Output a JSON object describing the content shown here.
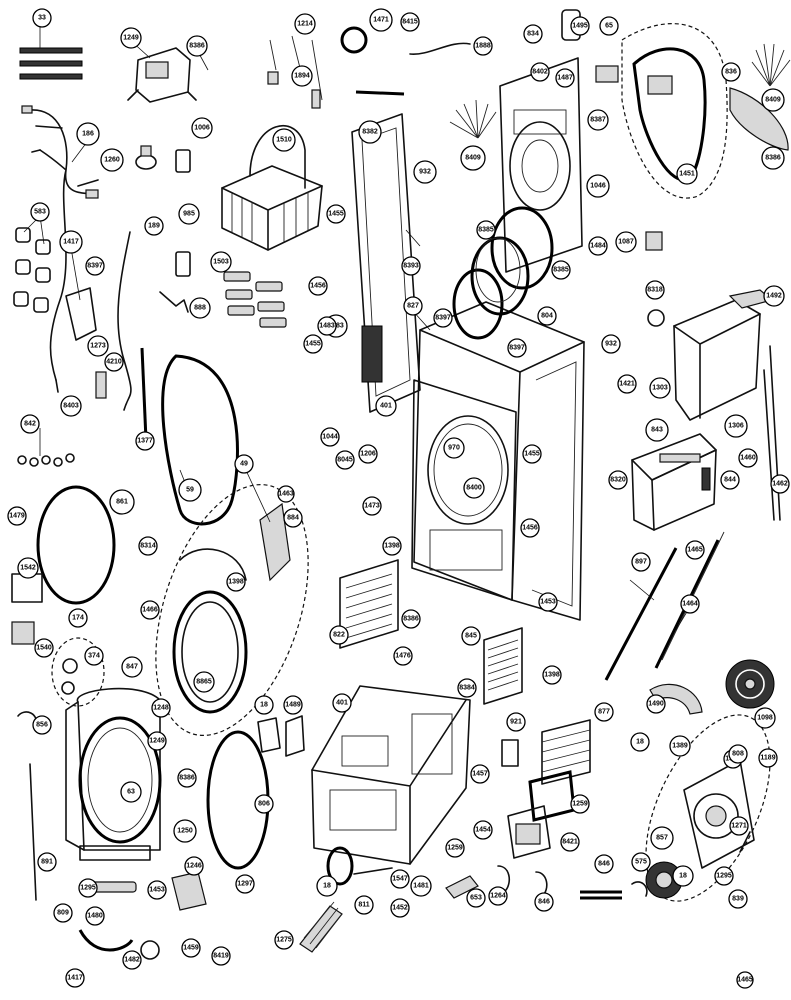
{
  "diagram": {
    "callouts": [
      {
        "label": "33"
      },
      {
        "label": "1249"
      },
      {
        "label": "8386"
      },
      {
        "label": "1214"
      },
      {
        "label": "1894"
      },
      {
        "label": "1471"
      },
      {
        "label": "8415"
      },
      {
        "label": "1888"
      },
      {
        "label": "834"
      },
      {
        "label": "8402"
      },
      {
        "label": "1495"
      },
      {
        "label": "65"
      },
      {
        "label": "1487"
      },
      {
        "label": "8409"
      },
      {
        "label": "186"
      },
      {
        "label": "1006"
      },
      {
        "label": "1260"
      },
      {
        "label": "1510"
      },
      {
        "label": "8382"
      },
      {
        "label": "932"
      },
      {
        "label": "8409"
      },
      {
        "label": "8387"
      },
      {
        "label": "1046"
      },
      {
        "label": "836"
      },
      {
        "label": "1451"
      },
      {
        "label": "8386"
      },
      {
        "label": "583"
      },
      {
        "label": "1417"
      },
      {
        "label": "8397"
      },
      {
        "label": "189"
      },
      {
        "label": "985"
      },
      {
        "label": "1503"
      },
      {
        "label": "1455"
      },
      {
        "label": "1456"
      },
      {
        "label": "1483"
      },
      {
        "label": "8385"
      },
      {
        "label": "1484"
      },
      {
        "label": "1087"
      },
      {
        "label": "8393"
      },
      {
        "label": "8385"
      },
      {
        "label": "8397"
      },
      {
        "label": "804"
      },
      {
        "label": "8318"
      },
      {
        "label": "1492"
      },
      {
        "label": "888"
      },
      {
        "label": "1273"
      },
      {
        "label": "4210"
      },
      {
        "label": "1455"
      },
      {
        "label": "1483"
      },
      {
        "label": "827"
      },
      {
        "label": "8397"
      },
      {
        "label": "932"
      },
      {
        "label": "1421"
      },
      {
        "label": "1303"
      },
      {
        "label": "8403"
      },
      {
        "label": "842"
      },
      {
        "label": "1377"
      },
      {
        "label": "1044"
      },
      {
        "label": "8045"
      },
      {
        "label": "1206"
      },
      {
        "label": "401"
      },
      {
        "label": "970"
      },
      {
        "label": "1455"
      },
      {
        "label": "843"
      },
      {
        "label": "1306"
      },
      {
        "label": "1460"
      },
      {
        "label": "49"
      },
      {
        "label": "59"
      },
      {
        "label": "8400"
      },
      {
        "label": "8320"
      },
      {
        "label": "844"
      },
      {
        "label": "1462"
      },
      {
        "label": "1479"
      },
      {
        "label": "861"
      },
      {
        "label": "1463"
      },
      {
        "label": "884"
      },
      {
        "label": "1473"
      },
      {
        "label": "1456"
      },
      {
        "label": "8314"
      },
      {
        "label": "1398"
      },
      {
        "label": "1398"
      },
      {
        "label": "897"
      },
      {
        "label": "1465"
      },
      {
        "label": "1542"
      },
      {
        "label": "8386"
      },
      {
        "label": "1464"
      },
      {
        "label": "1466"
      },
      {
        "label": "1453"
      },
      {
        "label": "174"
      },
      {
        "label": "822"
      },
      {
        "label": "1476"
      },
      {
        "label": "845"
      },
      {
        "label": "374"
      },
      {
        "label": "1540"
      },
      {
        "label": "847"
      },
      {
        "label": "1248"
      },
      {
        "label": "8865"
      },
      {
        "label": "1398"
      },
      {
        "label": "8384"
      },
      {
        "label": "401"
      },
      {
        "label": "18"
      },
      {
        "label": "1489"
      },
      {
        "label": "1490"
      },
      {
        "label": "1098"
      },
      {
        "label": "877"
      },
      {
        "label": "921"
      },
      {
        "label": "856"
      },
      {
        "label": "1249"
      },
      {
        "label": "1389"
      },
      {
        "label": "63"
      },
      {
        "label": "8386"
      },
      {
        "label": "1457"
      },
      {
        "label": "18"
      },
      {
        "label": "1391"
      },
      {
        "label": "1189"
      },
      {
        "label": "808"
      },
      {
        "label": "806"
      },
      {
        "label": "1250"
      },
      {
        "label": "1259"
      },
      {
        "label": "1454"
      },
      {
        "label": "8421"
      },
      {
        "label": "1271"
      },
      {
        "label": "857"
      },
      {
        "label": "891"
      },
      {
        "label": "1246"
      },
      {
        "label": "1259"
      },
      {
        "label": "1547"
      },
      {
        "label": "18"
      },
      {
        "label": "1481"
      },
      {
        "label": "653"
      },
      {
        "label": "1264"
      },
      {
        "label": "846"
      },
      {
        "label": "846"
      },
      {
        "label": "575"
      },
      {
        "label": "1295"
      },
      {
        "label": "1453"
      },
      {
        "label": "1297"
      },
      {
        "label": "811"
      },
      {
        "label": "1452"
      },
      {
        "label": "18"
      },
      {
        "label": "1295"
      },
      {
        "label": "839"
      },
      {
        "label": "809"
      },
      {
        "label": "1480"
      },
      {
        "label": "1275"
      },
      {
        "label": "1482"
      },
      {
        "label": "1459"
      },
      {
        "label": "8419"
      },
      {
        "label": "1417"
      },
      {
        "label": "1465"
      }
    ]
  }
}
